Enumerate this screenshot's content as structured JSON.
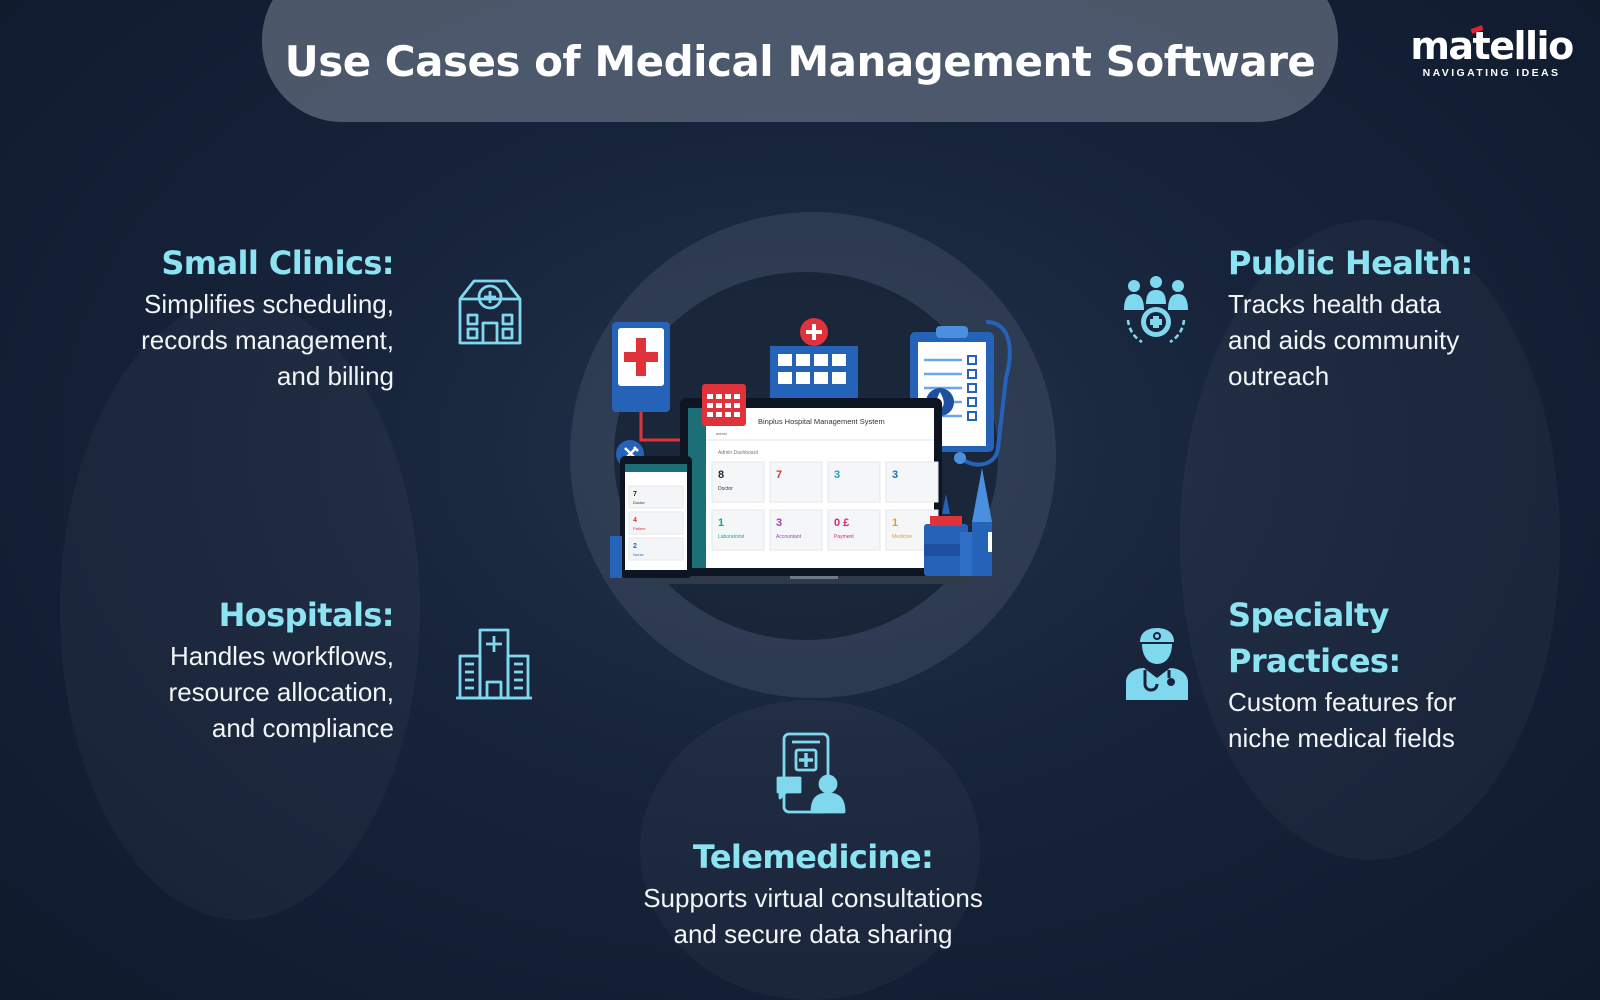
{
  "header": {
    "title": "Use Cases of Medical Management Software"
  },
  "logo": {
    "name": "matellio",
    "tagline": "NAVIGATING IDEAS"
  },
  "colors": {
    "accent": "#8ce3f2",
    "icon": "#7fd8ee",
    "background": "#16233a",
    "brand_red": "#e2202e"
  },
  "use_cases": [
    {
      "title": "Small Clinics:",
      "lines": [
        "Simplifies scheduling,",
        "records management,",
        "and billing"
      ],
      "icon": "clinic-building-icon"
    },
    {
      "title": "Hospitals:",
      "lines": [
        "Handles workflows,",
        "resource allocation,",
        "and compliance"
      ],
      "icon": "hospital-building-icon"
    },
    {
      "title": "Telemedicine:",
      "lines": [
        "Supports virtual consultations",
        "and secure data sharing"
      ],
      "icon": "telemedicine-phone-icon"
    },
    {
      "title": "Public Health:",
      "lines": [
        "Tracks health data",
        "and aids community",
        "outreach"
      ],
      "icon": "community-health-icon"
    },
    {
      "title_lines": [
        "Specialty",
        "Practices:"
      ],
      "lines": [
        "Custom features for",
        "niche medical fields"
      ],
      "icon": "doctor-stethoscope-icon"
    }
  ],
  "hero": {
    "app_title": "Binplus Hospital Management System",
    "dashboard_label": "Admin Dashboard",
    "user_label": "admin",
    "cards": [
      {
        "value": "8",
        "label": "Doctor"
      },
      {
        "value": "7",
        "label": ""
      },
      {
        "value": "3",
        "label": ""
      },
      {
        "value": "3",
        "label": ""
      },
      {
        "value": "1",
        "label": "Laboratorist"
      },
      {
        "value": "3",
        "label": "Accountant"
      },
      {
        "value": "0 £",
        "label": "Payment"
      },
      {
        "value": "1",
        "label": "Medicine"
      }
    ],
    "phone_cards": [
      {
        "value": "7",
        "label": "Doctor"
      },
      {
        "value": "4",
        "label": "Patient"
      },
      {
        "value": "2",
        "label": "Nurse"
      }
    ]
  }
}
